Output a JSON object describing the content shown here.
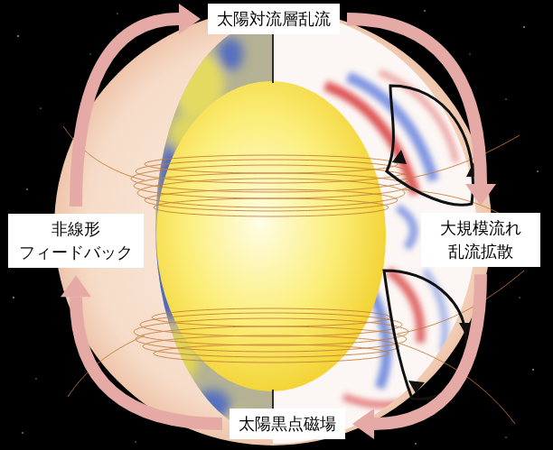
{
  "diagram": {
    "nodes": [
      {
        "text": [
          "太陽対流層乱流"
        ]
      },
      {
        "text": [
          "非線形 フィードバック"
        ]
      },
      {
        "text": [
          "大規模流れ 乱流拡散"
        ]
      },
      {
        "text": [
          "太陽黒点磁場"
        ]
      }
    ],
    "edges": [
      {
        "from": 0,
        "to": 2,
        "arrow": "to"
      },
      {
        "from": 2,
        "to": 3,
        "arrow": "to"
      },
      {
        "from": 3,
        "to": 1,
        "arrow": "to"
      },
      {
        "from": 1,
        "to": 0,
        "arrow": "to"
      }
    ]
  }
}
